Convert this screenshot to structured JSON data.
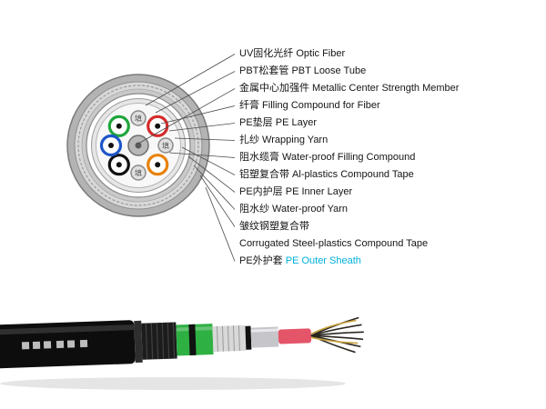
{
  "diagram": {
    "labels": [
      "UV固化光纤 Optic Fiber",
      "PBT松套管 PBT Loose Tube",
      "金属中心加强件 Metallic Center Strength Member",
      "纤膏 Filling Compound for Fiber",
      "PE垫层 PE Layer",
      "扎纱 Wrapping Yarn",
      "阻水缆膏 Water-proof Filling Compound",
      "铝塑复合带 Al-plastics Compound Tape",
      "PE内护层 PE Inner Layer",
      "阻水纱 Water-proof Yarn",
      "皱纹钢塑复合带",
      "Corrugated Steel-plastics Compound Tape"
    ],
    "outer_sheath_label_cn": "PE外护套 ",
    "outer_sheath_label_en": "PE Outer Sheath",
    "accent_color": "#00b0dc",
    "filler_glyph": "填",
    "tube_colors": {
      "green": "#1fa63c",
      "red": "#d42a2a",
      "blue": "#1d56c8",
      "orange": "#e8820a",
      "black": "#111111",
      "filler": "#8a8a8a"
    },
    "layer_colors": {
      "outer_sheath": "#b3b3b3",
      "corrugated_tape": "#d8d8d8",
      "yarn_ring": "#c9c9c9",
      "inner_sheath": "#ffffff",
      "al_tape": "#e6e6e6",
      "filling": "#f8f8f8",
      "center_member": "#b8b8b8"
    }
  },
  "photo": {
    "colors": {
      "outer_sheath": "#0d0d0d",
      "cut_ring": "#2e2e2e",
      "corrugated_armor": "#1c1c1c",
      "inner_sheath_green": "#2fb043",
      "binder_ring": "#111111",
      "steel_tape": "#d8d8d8",
      "aluminum_tape": "#c6c6ca",
      "buffer_tube": "#e4556a",
      "fiber_strands": "#2b2620",
      "fiber_accent": "#c9a33f"
    }
  }
}
